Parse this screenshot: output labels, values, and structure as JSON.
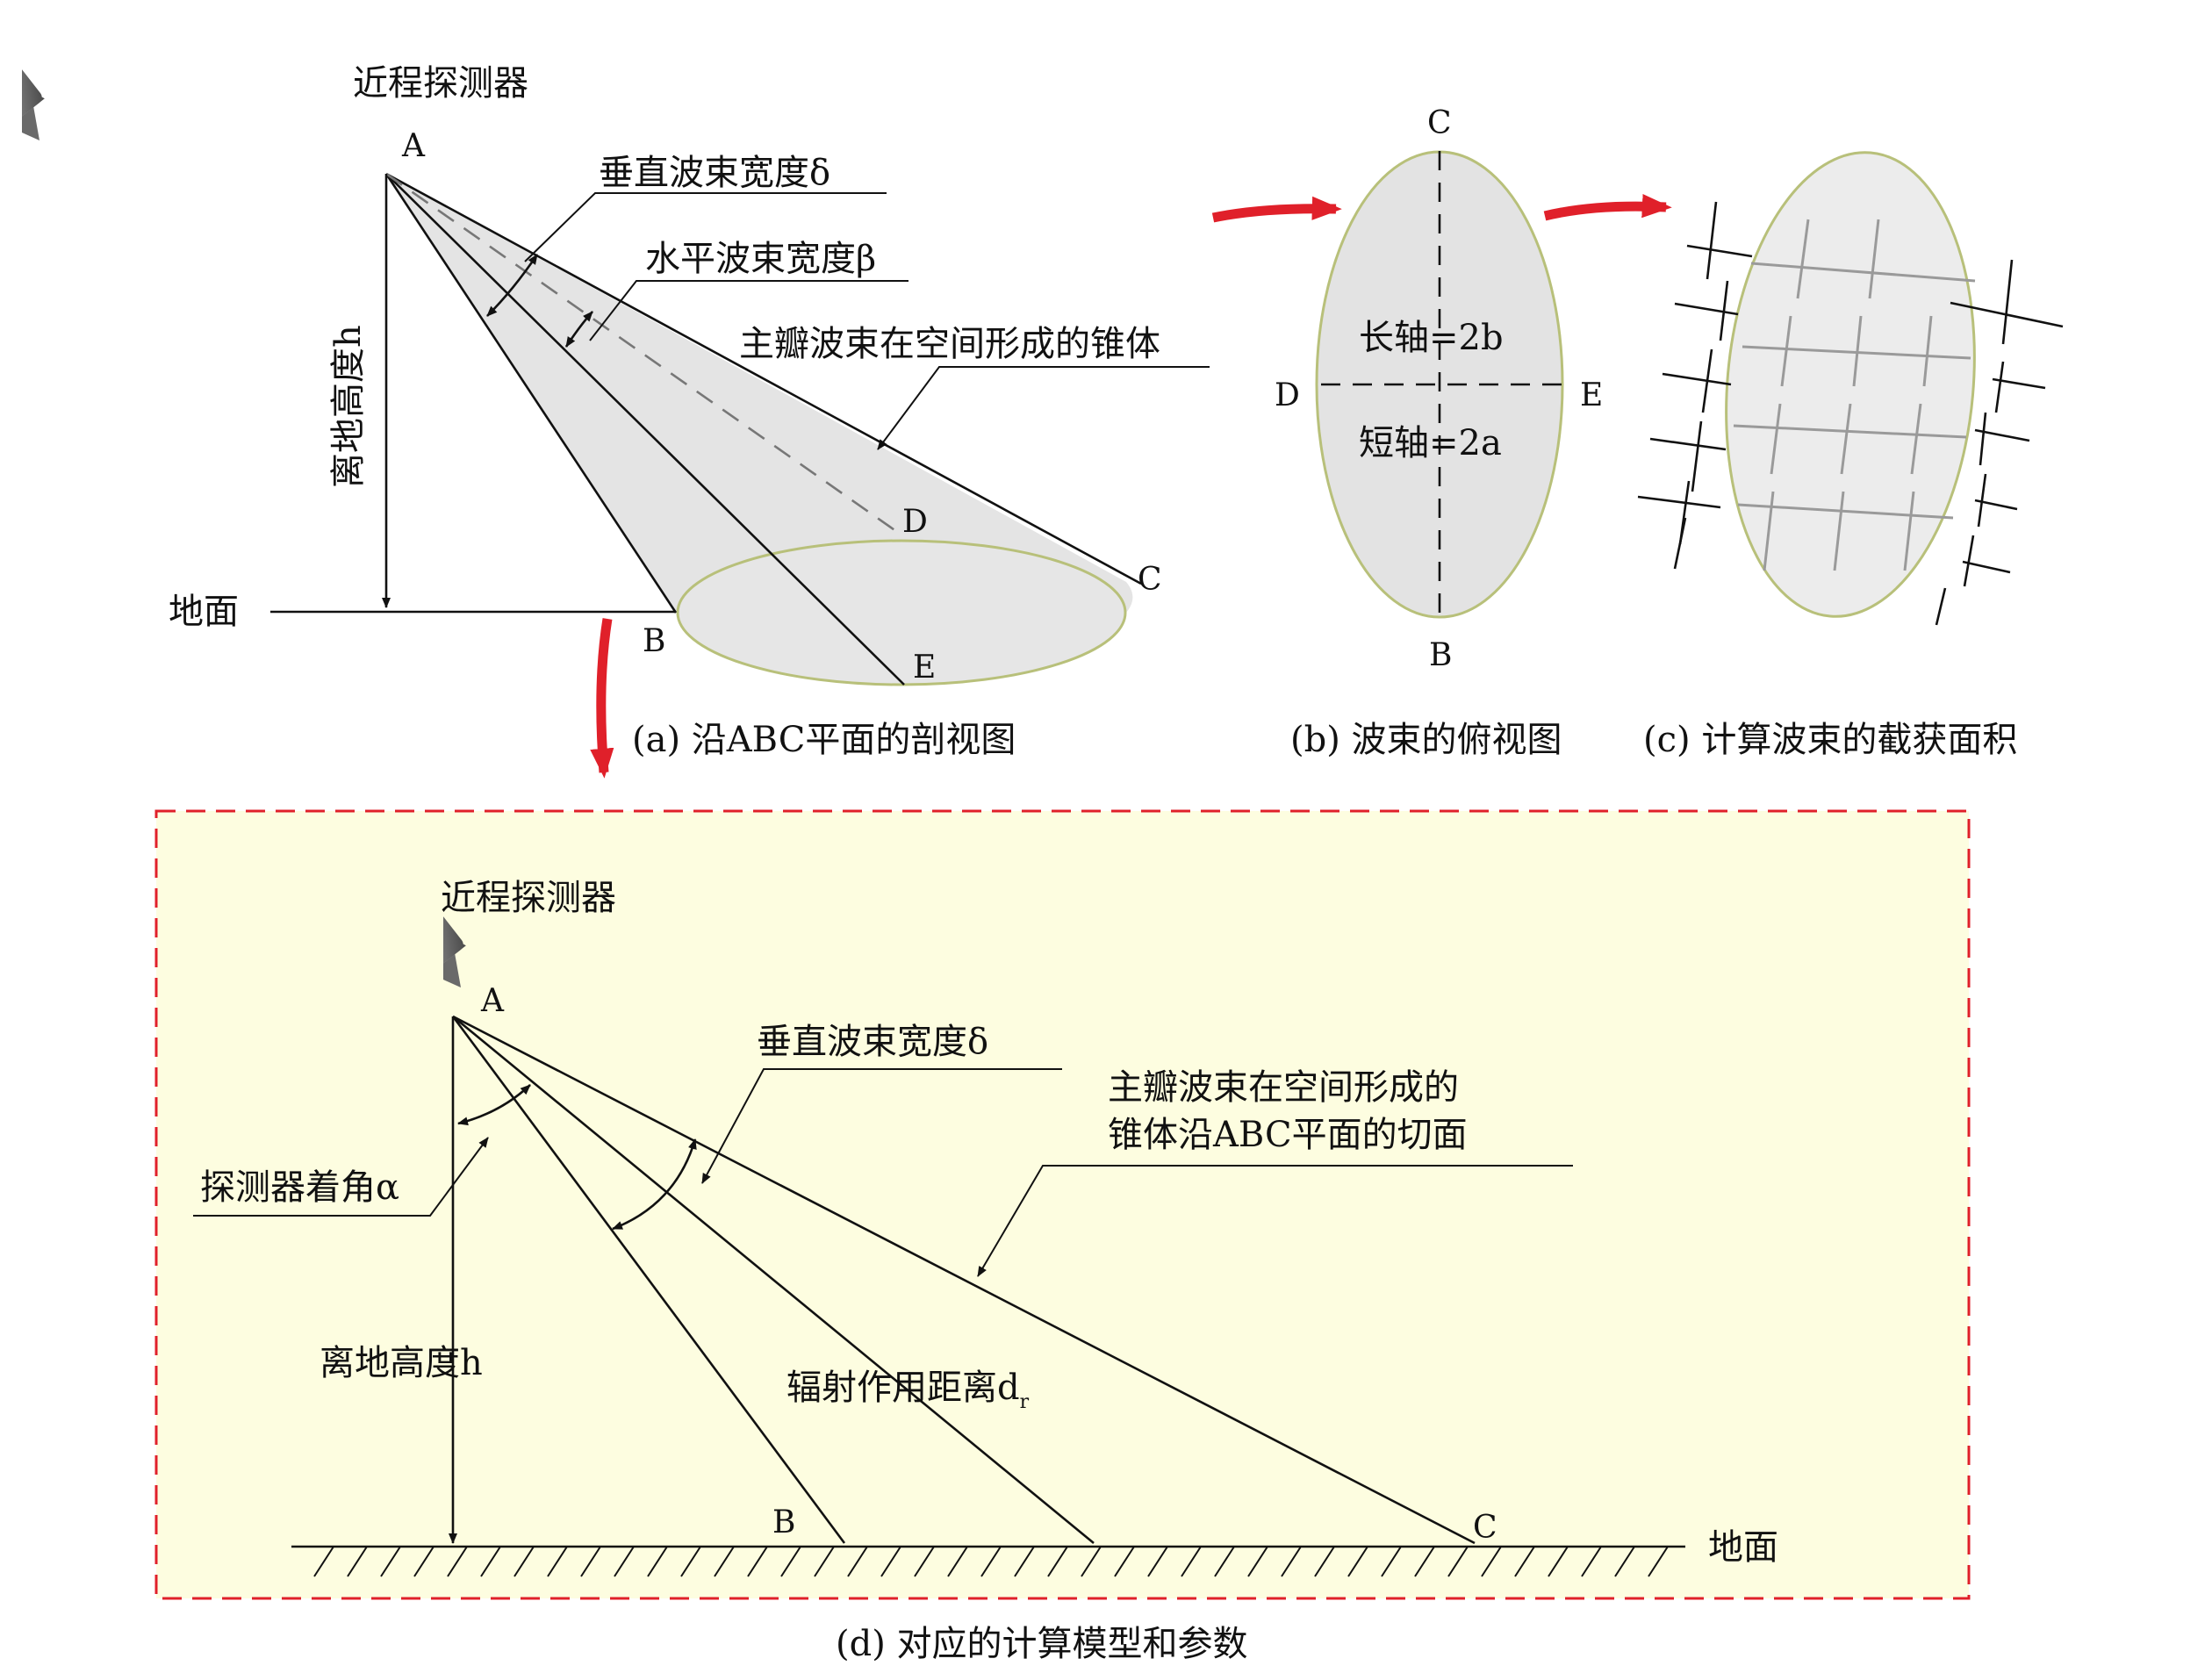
{
  "panel_a": {
    "caption": "(a) 沿ABC平面的剖视图",
    "detector": "近程探测器",
    "vertical_beam_width": "垂直波束宽度δ",
    "horizontal_beam_width": "水平波束宽度β",
    "cone": "主瓣波束在空间形成的锥体",
    "height": "离地高度h",
    "ground": "地面",
    "points": {
      "A": "A",
      "B": "B",
      "C": "C",
      "D": "D",
      "E": "E"
    }
  },
  "panel_b": {
    "caption": "(b) 波束的俯视图",
    "long_axis": "长轴=2b",
    "short_axis": "短轴=2a",
    "points": {
      "C": "C",
      "D": "D",
      "E": "E",
      "B": "B"
    }
  },
  "panel_c": {
    "caption": "(c) 计算波束的截获面积"
  },
  "panel_d": {
    "caption": "(d) 对应的计算模型和参数",
    "detector": "近程探测器",
    "vertical_beam_width": "垂直波束宽度δ",
    "cone_section_line1": "主瓣波束在空间形成的",
    "cone_section_line2": "锥体沿ABC平面的切面",
    "angle": "探测器着角α",
    "height": "离地高度h",
    "distance": "辐射作用距离d",
    "distance_sub": "r",
    "ground": "地面",
    "points": {
      "A": "A",
      "B": "B",
      "C": "C"
    }
  },
  "colors": {
    "arrow_red": "#e0202a",
    "panel_bg": "#fdfde0",
    "cone_fill": "#e4e4e4",
    "ellipse_stroke": "#b8c07a"
  }
}
